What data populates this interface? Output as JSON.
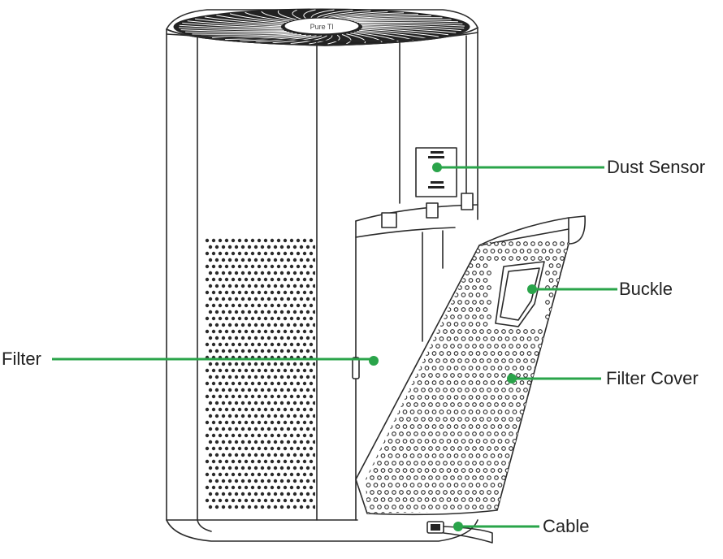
{
  "callouts": {
    "dust_sensor": "Dust Sensor",
    "buckle": "Buckle",
    "filter": "Filter",
    "filter_cover": "Filter Cover",
    "cable": "Cable"
  },
  "colors": {
    "leader_line": "#2aa44a",
    "outline": "#2a2a2a",
    "background": "#ffffff"
  },
  "top_emblem_text": "Pure Tl"
}
